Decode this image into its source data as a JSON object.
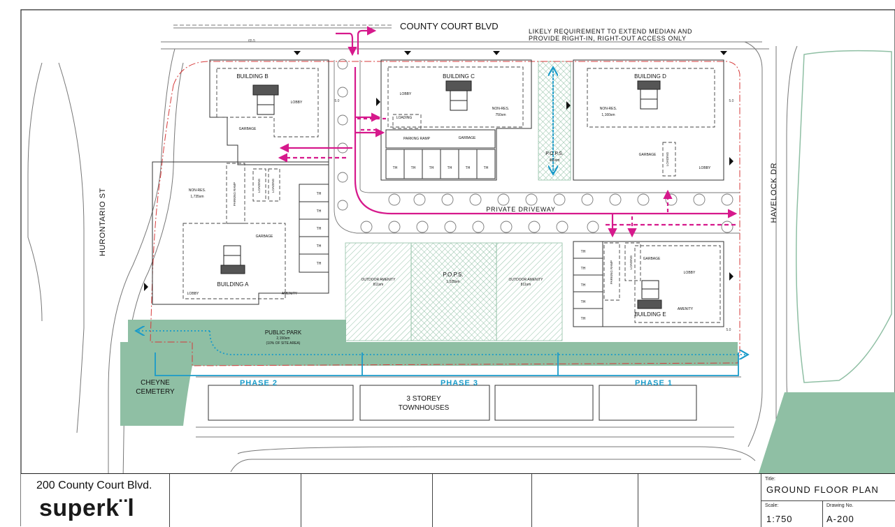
{
  "street_labels": {
    "county_court": "COUNTY COURT BLVD",
    "hurontario": "HURONTARIO ST",
    "havelock": "HAVELOCK DR",
    "private_driveway": "PRIVATE DRIVEWAY"
  },
  "access_note": {
    "line1": "LIKELY REQUIREMENT TO EXTEND MEDIAN AND",
    "line2": "PROVIDE RIGHT-IN, RIGHT-OUT ACCESS ONLY"
  },
  "buildings": {
    "a": {
      "name": "BUILDING A",
      "nonres": "NON-RES.",
      "area": "1,735sm",
      "garbage": "GARBAGE",
      "lobby": "LOBBY",
      "amenity": "AMENITY",
      "parking_ramp": "PARKING RAMP",
      "loading": "LOADING"
    },
    "b": {
      "name": "BUILDING B",
      "lobby": "LOBBY",
      "garbage": "GARBAGE"
    },
    "c": {
      "name": "BUILDING C",
      "lobby": "LOBBY",
      "nonres": "NON-RES.",
      "area": "750sm",
      "loading": "LOADING",
      "parking_ramp": "PARKING RAMP",
      "garbage": "GARBAGE"
    },
    "d": {
      "name": "BUILDING D",
      "nonres": "NON-RES.",
      "area": "1,160sm",
      "garbage": "GARBAGE",
      "loading": "LOADING",
      "lobby": "LOBBY"
    },
    "e": {
      "name": "BUILDING E",
      "garbage": "GARBAGE",
      "lobby": "LOBBY",
      "amenity": "AMENITY",
      "parking_ramp": "PARKING RAMP",
      "loading": "LOADING"
    }
  },
  "th_label": "TH",
  "pops_north": {
    "name": "P.O.P.S.",
    "area": "450sm"
  },
  "amenity_west": {
    "name": "OUTDOOR AMENITY",
    "area": "811sm"
  },
  "pops_center": {
    "name": "P.O.P.S.",
    "area": "1,025sm"
  },
  "amenity_east": {
    "name": "OUTDOOR AMENITY",
    "area": "811sm"
  },
  "public_park": {
    "name": "PUBLIC PARK",
    "area": "2,150sm",
    "note": "(10% OF SITE AREA)"
  },
  "cemetery": {
    "line1": "CHEYNE",
    "line2": "CEMETERY"
  },
  "phases": {
    "p1": "PHASE 1",
    "p2": "PHASE 2",
    "p3": "PHASE 3"
  },
  "townhouses": {
    "line1": "3 STOREY",
    "line2": "TOWNHOUSES"
  },
  "dims": {
    "top": "65.5",
    "setback": "5.0"
  },
  "colors": {
    "pink": "#d6198c",
    "cyan": "#1a9bc9",
    "green": "#8fbfa4",
    "red": "#d63a3a"
  },
  "titleblock": {
    "project": "200 County Court Blvd.",
    "logo": "superk¨l",
    "title_label": "Title:",
    "title": "GROUND FLOOR PLAN",
    "scale_label": "Scale:",
    "scale": "1:750",
    "drawing_label": "Drawing No.",
    "drawing": "A-200"
  }
}
